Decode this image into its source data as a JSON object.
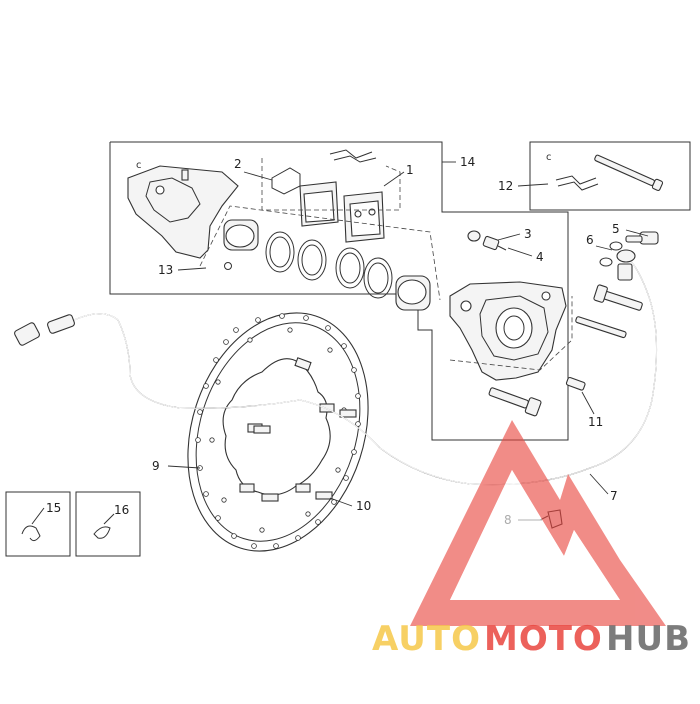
{
  "callouts": [
    {
      "id": "1",
      "label": "1"
    },
    {
      "id": "2",
      "label": "2"
    },
    {
      "id": "3",
      "label": "3"
    },
    {
      "id": "4",
      "label": "4"
    },
    {
      "id": "5",
      "label": "5"
    },
    {
      "id": "6",
      "label": "6"
    },
    {
      "id": "7",
      "label": "7"
    },
    {
      "id": "8",
      "label": "8"
    },
    {
      "id": "9",
      "label": "9"
    },
    {
      "id": "10",
      "label": "10"
    },
    {
      "id": "11",
      "label": "11"
    },
    {
      "id": "12",
      "label": "12"
    },
    {
      "id": "13",
      "label": "13"
    },
    {
      "id": "14",
      "label": "14"
    },
    {
      "id": "15",
      "label": "15"
    },
    {
      "id": "16",
      "label": "16"
    }
  ],
  "watermark": {
    "part1": "AUTO",
    "part2": "MOTO",
    "part3": "HUB",
    "color1": "#f6c84a",
    "color2": "#e9463f",
    "color3": "#555555",
    "logo_color": "#e9463f"
  },
  "colors": {
    "line": "#333333",
    "background": "#ffffff"
  }
}
